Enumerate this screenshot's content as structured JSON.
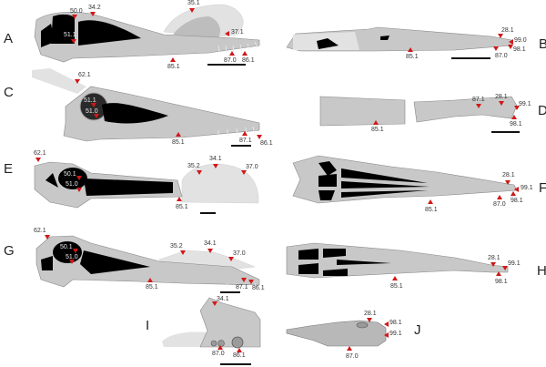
{
  "figure": {
    "colors": {
      "marker": "#d01818",
      "bone": "#c8c8c8",
      "bone_dark": "#8a8a8a",
      "fenestra": "#000000",
      "soft_tissue": "#e2e2e2",
      "scale_bar": "#111111"
    },
    "panels": [
      {
        "letter": "A",
        "view": "lateral skull with crest",
        "labels": [
          "50.0",
          "34.2",
          "51.1",
          "35.1",
          "37.1",
          "85.1",
          "87.0",
          "86.1"
        ]
      },
      {
        "letter": "B",
        "view": "dorsal/lateral elongated skull",
        "labels": [
          "28.1",
          "99.0",
          "98.1",
          "87.0",
          "85.1"
        ]
      },
      {
        "letter": "C",
        "view": "lateral skull",
        "labels": [
          "62.1",
          "51.1",
          "51.0",
          "85.1",
          "87.1",
          "86.1"
        ]
      },
      {
        "letter": "D",
        "view": "rostrum fragments",
        "labels": [
          "87.1",
          "28.1",
          "99.1",
          "98.1",
          "85.1"
        ]
      },
      {
        "letter": "E",
        "view": "lateral skull with crest",
        "labels": [
          "62.1",
          "50.1",
          "51.0",
          "35.2",
          "34.1",
          "37.0",
          "85.1"
        ]
      },
      {
        "letter": "F",
        "view": "ventral/dorsal skull",
        "labels": [
          "28.1",
          "99.1",
          "98.1",
          "87.0",
          "85.1"
        ]
      },
      {
        "letter": "G",
        "view": "lateral skull with crest",
        "labels": [
          "62.1",
          "50.1",
          "51.0",
          "35.2",
          "34.1",
          "37.0",
          "85.1",
          "87.1",
          "86.1"
        ]
      },
      {
        "letter": "H",
        "view": "dorsal skull",
        "labels": [
          "28.1",
          "99.1",
          "98.1",
          "85.1"
        ]
      },
      {
        "letter": "I",
        "view": "rostral crest fragment",
        "labels": [
          "34.1",
          "87.0",
          "86.1"
        ]
      },
      {
        "letter": "J",
        "view": "rostral tip fragment",
        "labels": [
          "28.1",
          "98.1",
          "99.1",
          "87.0"
        ]
      }
    ]
  }
}
